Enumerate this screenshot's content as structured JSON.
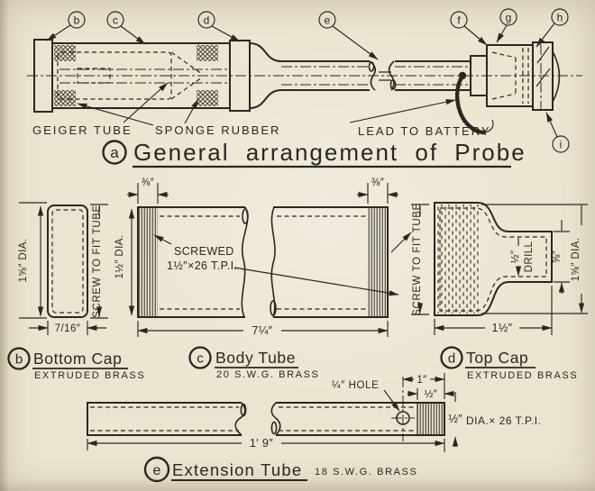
{
  "colors": {
    "paper": "#ebe4d0",
    "ink": "#2b2720"
  },
  "assembly": {
    "title_letter": "a",
    "title": "General arrangement of Probe",
    "callouts": {
      "b": "b",
      "c": "c",
      "d": "d",
      "e": "e",
      "f": "f",
      "g": "g",
      "h": "h",
      "i": "i"
    },
    "geiger_tube": "GEIGER TUBE",
    "sponge_rubber": "SPONGE RUBBER",
    "lead_to_battery": "LEAD TO BATTERY"
  },
  "bottom_cap": {
    "letter": "b",
    "name": "Bottom Cap",
    "material": "EXTRUDED BRASS",
    "dia": "1⅝″ DIA.",
    "screw": "SCREW TO FIT TUBE",
    "width": "7/16″"
  },
  "body_tube": {
    "letter": "c",
    "name": "Body Tube",
    "material": "20 S.W.G. BRASS",
    "thread_left": "⅜″",
    "thread_right": "⅜″",
    "dia": "1½″ DIA.",
    "screwed_line1": "SCREWED",
    "screwed_line2": "1½″×26 T.P.I.",
    "length": "7¼″"
  },
  "top_cap": {
    "letter": "d",
    "name": "Top Cap",
    "material": "EXTRUDED BRASS",
    "screw": "SCREW TO FIT TUBE",
    "drill_value": "½″",
    "drill_word": "DRILL",
    "neck_dia": "⅝″",
    "dia": "1⅝″ DIA.",
    "length": "1½″"
  },
  "extension_tube": {
    "letter": "e",
    "name": "Extension Tube",
    "material": "18 S.W.G. BRASS",
    "hole": "¼″ HOLE",
    "dim_one": "1″",
    "dim_half": "½″",
    "thread_dia": "½″",
    "thread_rest": "DIA.× 26 T.P.I.",
    "length": "1′ 9″"
  }
}
